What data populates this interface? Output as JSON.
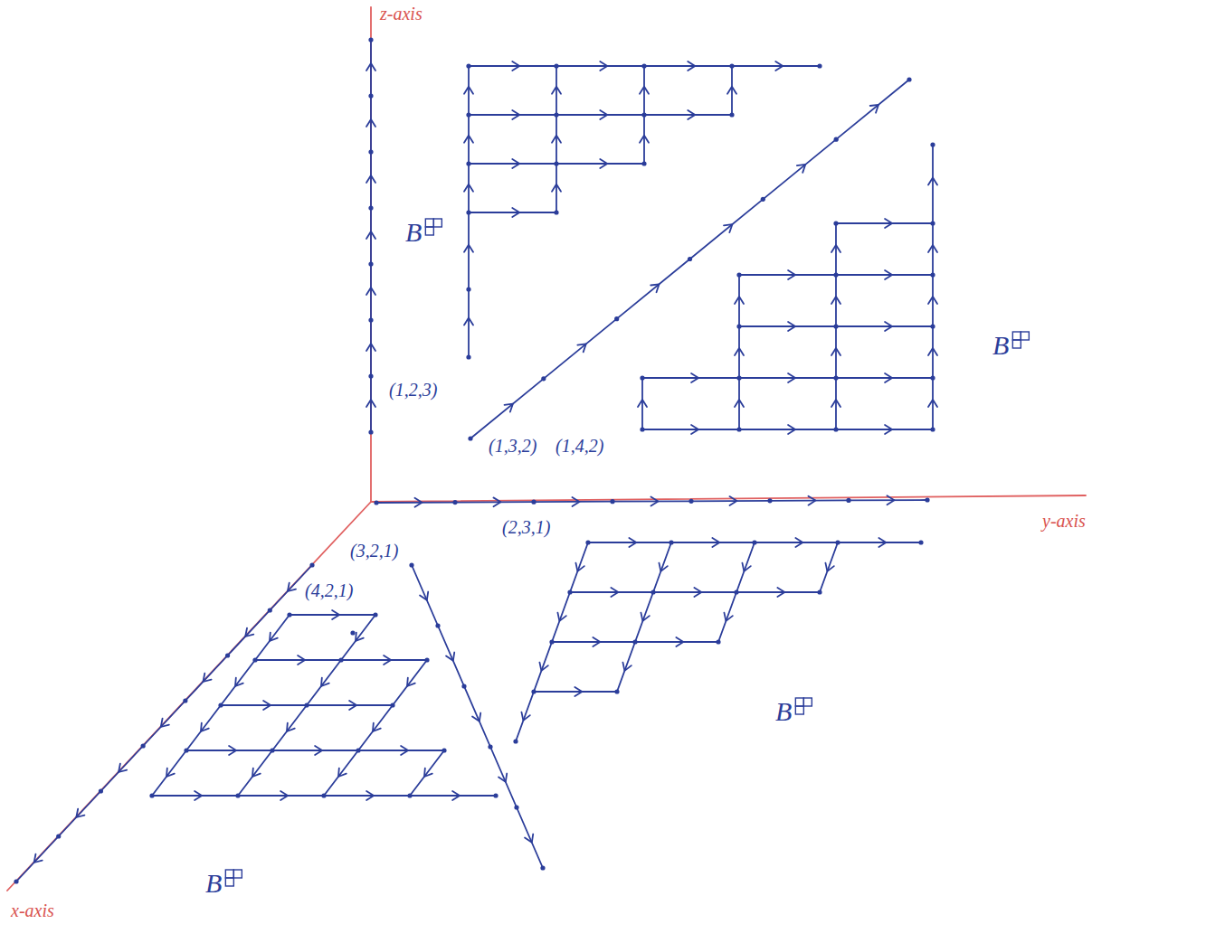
{
  "diagram": {
    "labels": [
      "z-axis",
      "y-axis",
      "x-axis",
      "(1,2,3)",
      "(1,3,2)",
      "(1,4,2)",
      "(2,3,1)",
      "(3,2,1)",
      "(4,2,1)",
      "B",
      "B",
      "B",
      "B"
    ]
  }
}
